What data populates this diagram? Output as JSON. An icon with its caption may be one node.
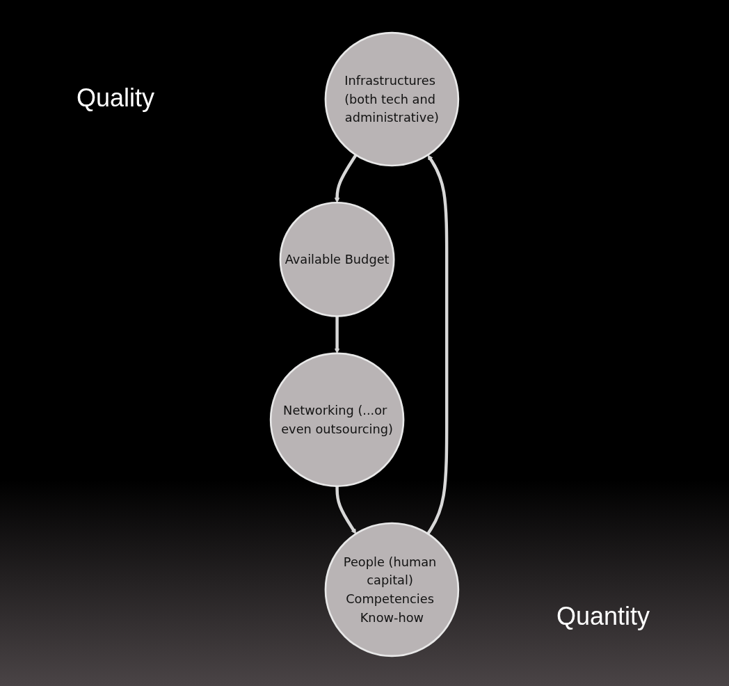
{
  "diagram": {
    "nodes": [
      {
        "text": [
          "Infrastructures (both tech and administrative)"
        ]
      },
      {
        "text": [
          "People (human capital) Competencies Know-how"
        ]
      },
      {
        "text": [
          "Available Budget"
        ]
      },
      {
        "text": [
          "Networking (...or even outsourcing)"
        ]
      }
    ],
    "edges": [
      {
        "from": 0,
        "to": 2,
        "arrow": "to"
      },
      {
        "from": 2,
        "to": 3,
        "arrow": "to"
      },
      {
        "from": 3,
        "to": 1,
        "arrow": "to"
      },
      {
        "from": 1,
        "to": 0,
        "arrow": "to"
      }
    ],
    "labels": [
      "Quality",
      "Quantity"
    ]
  }
}
